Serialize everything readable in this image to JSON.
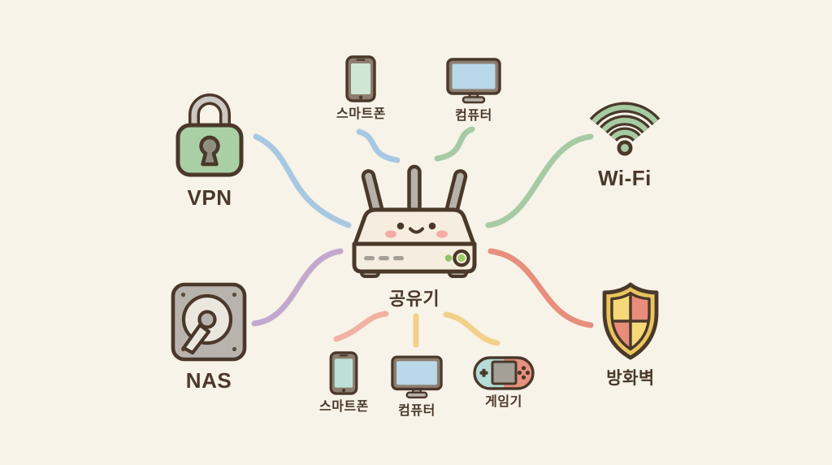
{
  "diagram_type": "home-network-mindmap",
  "colors": {
    "background": "#f7f3e8",
    "outline": "#4a382a",
    "text": "#4a382a",
    "line_blue": "#a7c8e2",
    "line_green": "#a6cba4",
    "line_purple": "#c2a8ce",
    "line_salmon": "#e78e7d",
    "line_pink": "#f0b2a2",
    "line_yellow": "#f1d189",
    "lock_green": "#a9d0a5",
    "shackle_gray": "#cdc9c2",
    "keyhole_gray": "#8f8f80",
    "device_gray": "#8b7e70",
    "screen_mint": "#cfe5d5",
    "screen_teal": "#bce0d8",
    "screen_blue": "#b9d8e8",
    "metal_gray": "#b6b1a9",
    "nas_gray": "#b8b4ad",
    "nas_platter": "#ebe7df",
    "shield_gold": "#e9c55e",
    "shield_yellow": "#f4d87a",
    "shield_red": "#e88d7b",
    "router_cream": "#f5ede0",
    "cheek_pink": "#f3aca6",
    "led_green": "#8fc464",
    "button_green": "#9ccb6a",
    "console_teal": "#b5dcd6",
    "console_red": "#e89181",
    "screw_brown": "#5d4a38",
    "dash_gray": "#a49f97"
  },
  "nodes": {
    "vpn": {
      "label": "VPN",
      "icon": "lock-icon"
    },
    "smartphone_top": {
      "label": "스마트폰",
      "icon": "smartphone-icon"
    },
    "computer_top": {
      "label": "컴퓨터",
      "icon": "monitor-icon"
    },
    "wifi": {
      "label": "Wi-Fi",
      "icon": "wifi-icon"
    },
    "router": {
      "label": "공유기",
      "icon": "router-icon"
    },
    "nas": {
      "label": "NAS",
      "icon": "harddrive-icon"
    },
    "firewall": {
      "label": "방화벽",
      "icon": "shield-icon"
    },
    "smartphone_bottom": {
      "label": "스마트폰",
      "icon": "smartphone-icon"
    },
    "computer_bottom": {
      "label": "컴퓨터",
      "icon": "monitor-icon"
    },
    "game_console": {
      "label": "게임기",
      "icon": "gamepad-icon"
    }
  },
  "edges": [
    {
      "id": "router-vpn",
      "from": "router",
      "to": "vpn",
      "color_key": "line_blue"
    },
    {
      "id": "router-smartphone-top",
      "from": "router",
      "to": "smartphone_top",
      "color_key": "line_blue"
    },
    {
      "id": "router-computer-top",
      "from": "router",
      "to": "computer_top",
      "color_key": "line_green"
    },
    {
      "id": "router-wifi",
      "from": "router",
      "to": "wifi",
      "color_key": "line_green"
    },
    {
      "id": "router-nas",
      "from": "router",
      "to": "nas",
      "color_key": "line_purple"
    },
    {
      "id": "router-firewall",
      "from": "router",
      "to": "firewall",
      "color_key": "line_salmon"
    },
    {
      "id": "router-smartphone-bottom",
      "from": "router",
      "to": "smartphone_bottom",
      "color_key": "line_pink"
    },
    {
      "id": "router-computer-bottom",
      "from": "router",
      "to": "computer_bottom",
      "color_key": "line_yellow"
    },
    {
      "id": "router-game-console",
      "from": "router",
      "to": "game_console",
      "color_key": "line_yellow"
    }
  ]
}
